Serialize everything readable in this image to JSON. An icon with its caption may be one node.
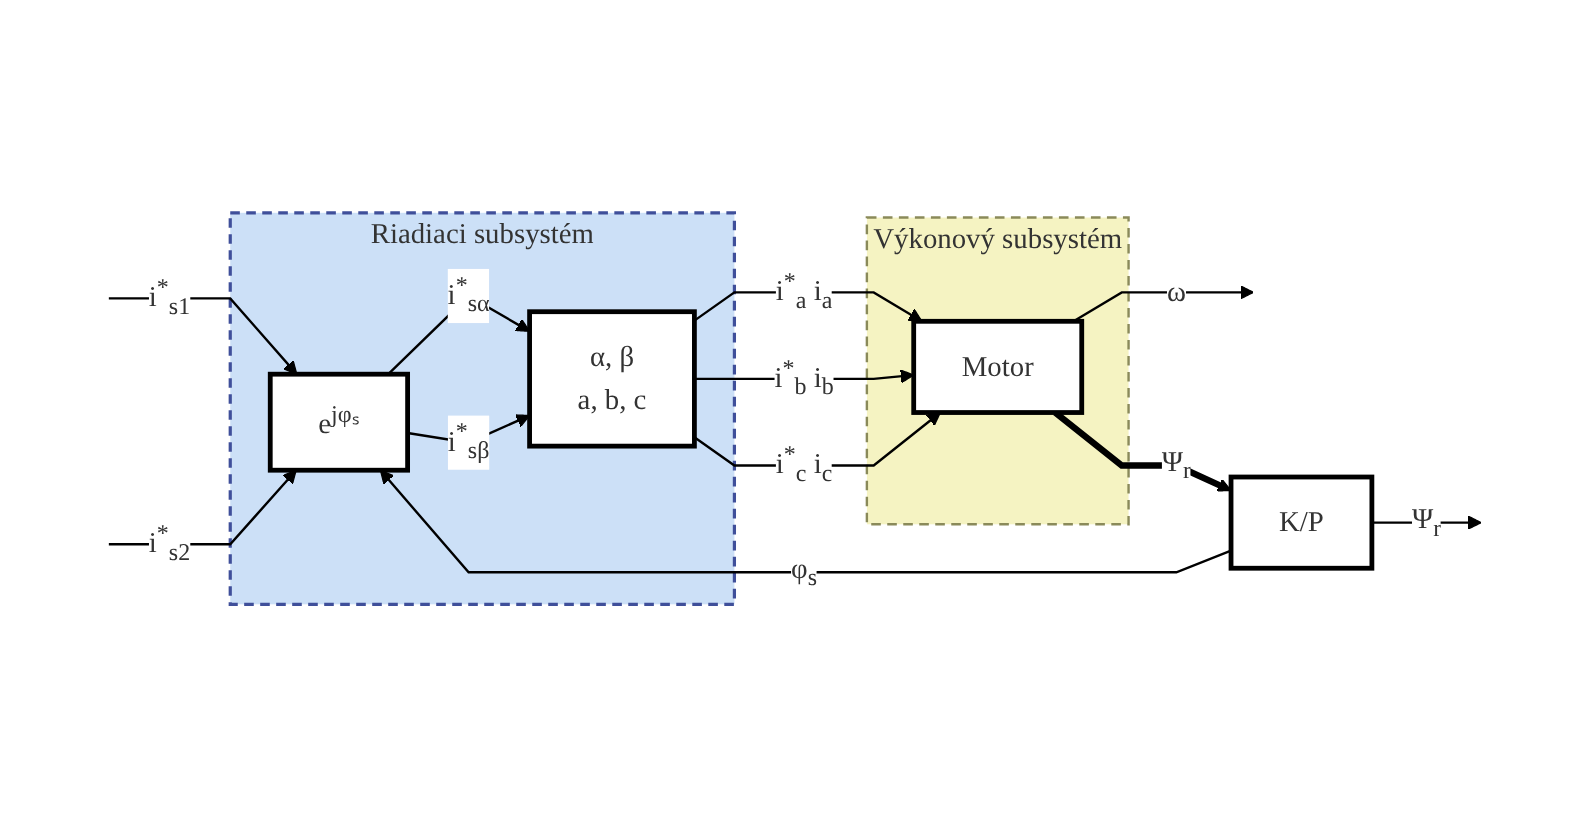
{
  "diagram": {
    "nodes": [
      {
        "text": [
          "Riadiaci subsystém"
        ]
      },
      {
        "text": [
          "Výkonový subsystém"
        ]
      },
      {
        "text": [
          "e$^{jφₛ}$"
        ],
        "in": 0
      },
      {
        "text": [
          "α, β",
          "a, b, c"
        ],
        "in": 0
      },
      {
        "text": [
          "Motor"
        ],
        "in": 1
      },
      {
        "text": [
          "K/P"
        ]
      }
    ],
    "edges": [
      {
        "from": null,
        "to": 2,
        "arrow": "to",
        "label": "i$^{*}$$_{s1}$"
      },
      {
        "from": null,
        "to": 2,
        "arrow": "to",
        "label": "i$^{*}$$_{s2}$"
      },
      {
        "from": 2,
        "to": 3,
        "arrow": "to",
        "label": "i$^{*}$$_{sα}$"
      },
      {
        "from": 2,
        "to": 3,
        "arrow": "to",
        "label": "i$^{*}$$_{sβ}$"
      },
      {
        "from": 3,
        "to": 4,
        "arrow": "to",
        "label": "i$^{*}$$_{a}$ i$_{a}$"
      },
      {
        "from": 3,
        "to": 4,
        "arrow": "to",
        "label": "i$^{*}$$_{b}$ i$_{b}$"
      },
      {
        "from": 3,
        "to": 4,
        "arrow": "to",
        "label": "i$^{*}$$_{c}$ i$_{c}$"
      },
      {
        "from": 4,
        "to": null,
        "arrow": "to",
        "label": "ω"
      },
      {
        "from": 4,
        "to": 5,
        "arrow": "to",
        "label": "Ψ$_{r}$",
        "style": "thick"
      },
      {
        "from": 5,
        "to": 2,
        "arrow": "to",
        "label": "φ$_{s}$"
      },
      {
        "from": 5,
        "to": null,
        "arrow": "to",
        "label": "Ψ$_{r}$"
      }
    ]
  }
}
